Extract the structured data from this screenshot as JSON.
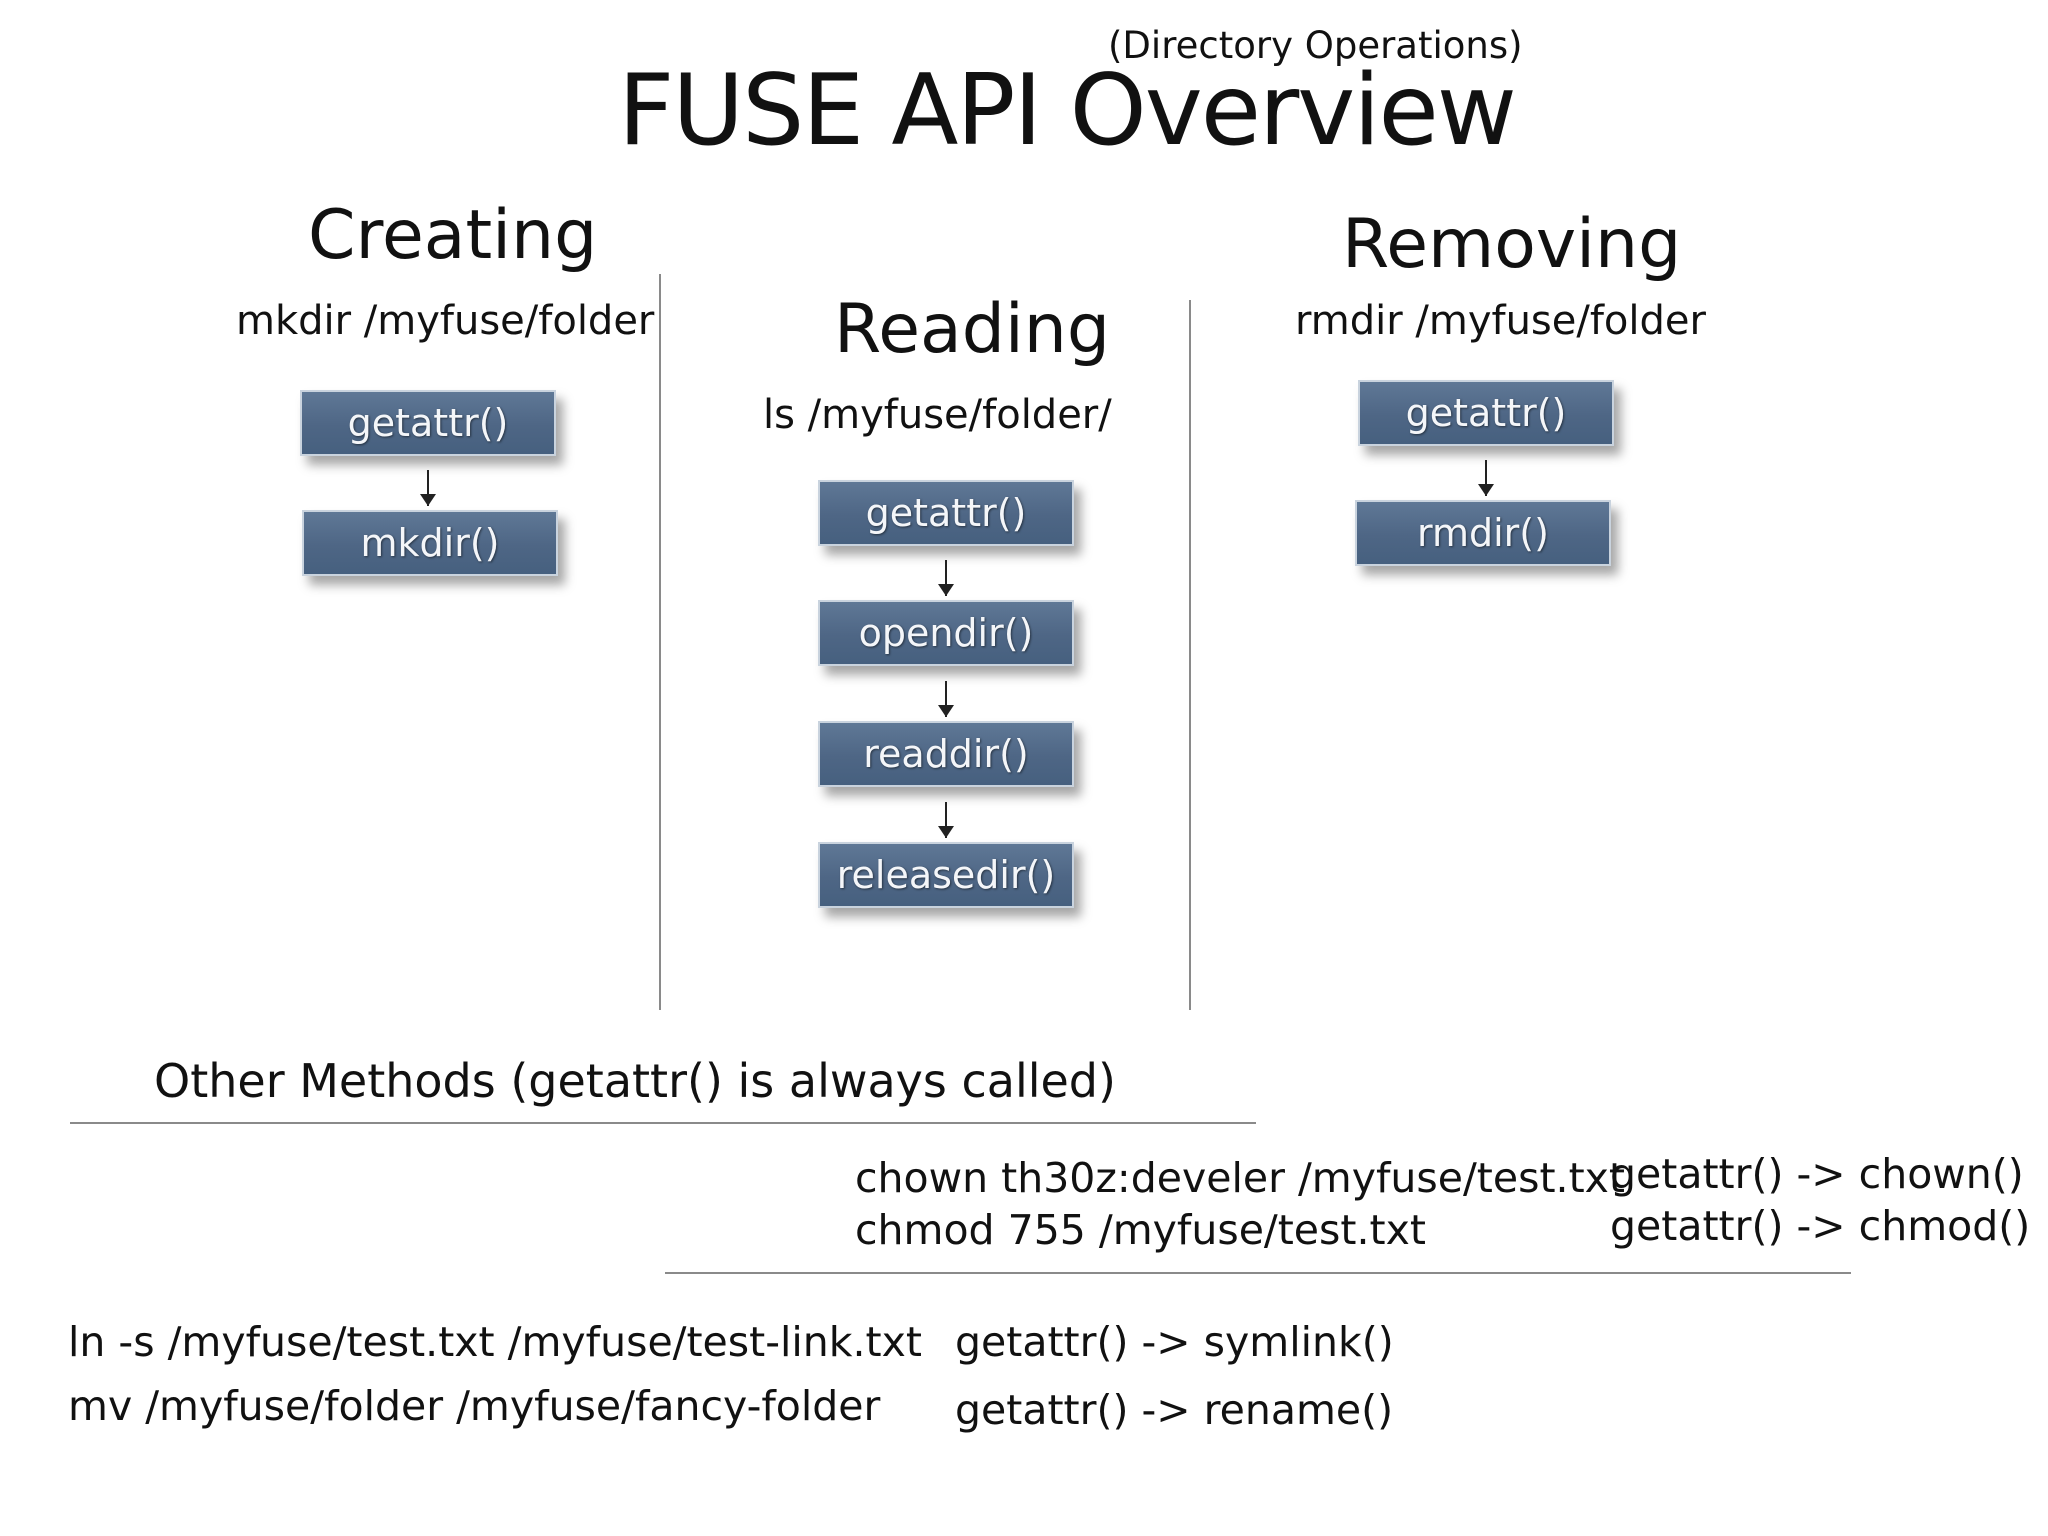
{
  "header": {
    "subtitle": "(Directory Operations)",
    "title": "FUSE API Overview"
  },
  "columns": {
    "creating": {
      "title": "Creating",
      "command": "mkdir /myfuse/folder",
      "steps": [
        "getattr()",
        "mkdir()"
      ]
    },
    "reading": {
      "title": "Reading",
      "command": "ls /myfuse/folder/",
      "steps": [
        "getattr()",
        "opendir()",
        "readdir()",
        "releasedir()"
      ]
    },
    "removing": {
      "title": "Removing",
      "command": "rmdir /myfuse/folder",
      "steps": [
        "getattr()",
        "rmdir()"
      ]
    }
  },
  "other": {
    "heading": "Other Methods (getattr() is always called)",
    "group1": {
      "commands": [
        "chown th30z:develer /myfuse/test.txt",
        "chmod 755 /myfuse/test.txt"
      ],
      "calls": [
        "getattr() -> chown()",
        "getattr() -> chmod()"
      ]
    },
    "group2": {
      "commands": [
        "ln -s /myfuse/test.txt /myfuse/test-link.txt",
        "mv /myfuse/folder /myfuse/fancy-folder"
      ],
      "calls": [
        "getattr() -> symlink()",
        "getattr() -> rename()"
      ]
    }
  }
}
